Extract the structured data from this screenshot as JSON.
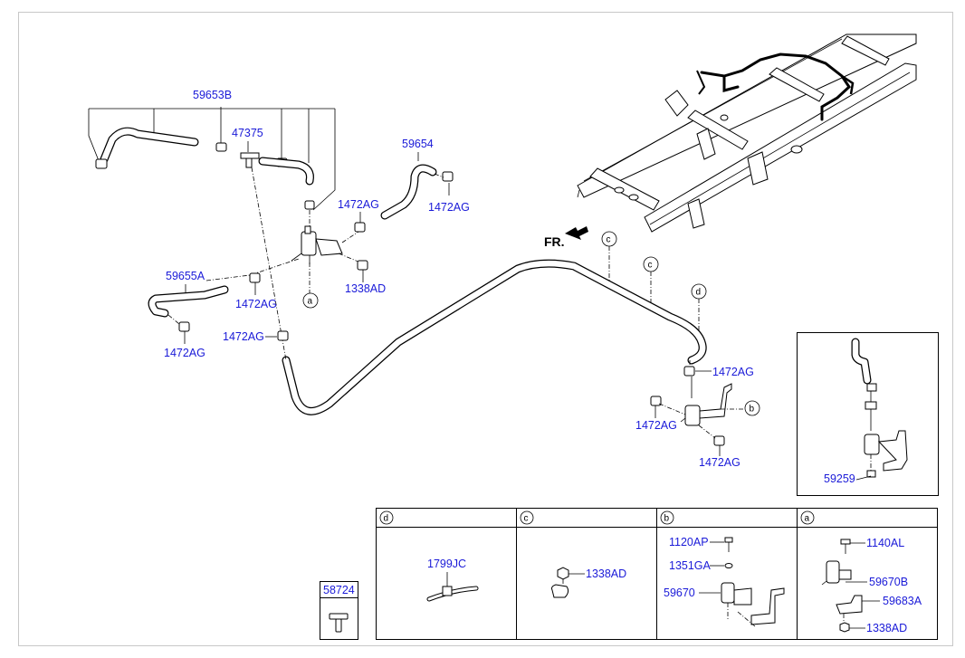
{
  "front_marker": "FR.",
  "callouts": {
    "a": "a",
    "b": "b",
    "c": "c",
    "d": "d"
  },
  "labels": {
    "p59653B": "59653B",
    "p47375": "47375",
    "p59654": "59654",
    "p1472AG_a": "1472AG",
    "p1472AG_b": "1472AG",
    "p59655A": "59655A",
    "p1472AG_c": "1472AG",
    "p1338AD": "1338AD",
    "p1472AG_d": "1472AG",
    "p1472AG_e": "1472AG",
    "p1472AG_f": "1472AG",
    "p1472AG_g": "1472AG",
    "p1472AG_h": "1472AG",
    "p59259": "59259"
  },
  "detail_table": {
    "d": {
      "header": "d",
      "parts": [
        "1799JC"
      ]
    },
    "c": {
      "header": "c",
      "parts": [
        "1338AD"
      ]
    },
    "b": {
      "header": "b",
      "parts": [
        "1120AP",
        "1351GA",
        "59670"
      ]
    },
    "a": {
      "header": "a",
      "parts": [
        "1140AL",
        "59670B",
        "59683A",
        "1338AD"
      ]
    }
  },
  "small_box": {
    "label": "58724"
  }
}
